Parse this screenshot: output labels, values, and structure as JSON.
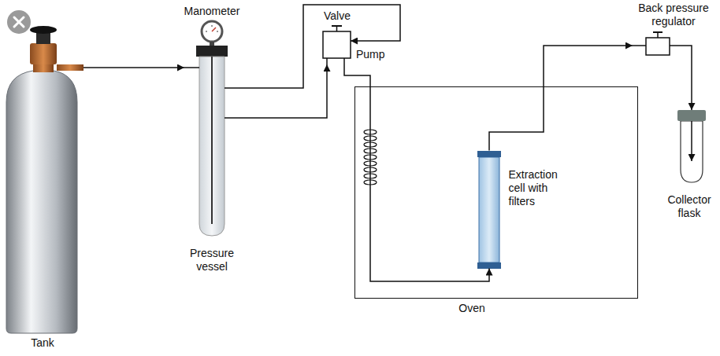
{
  "diagram": {
    "nodes": [
      {
        "text": [
          "Tank"
        ]
      },
      {
        "text": [
          "Pressure vessel"
        ]
      },
      {
        "text": [
          "Valve",
          "Pump"
        ]
      },
      {
        "text": [
          "Oven"
        ]
      },
      {
        "text": [
          "Extraction cell with filters"
        ],
        "in": 3
      },
      {
        "text": [
          "Back pressure regulator"
        ]
      },
      {
        "text": [
          "Collector flask"
        ]
      }
    ],
    "edges": [
      {
        "from": 0,
        "to": 1,
        "arrow": "to"
      },
      {
        "from": 1,
        "to": 2,
        "arrow": "to"
      },
      {
        "from": 2,
        "to": 4,
        "arrow": "to"
      },
      {
        "from": 4,
        "to": 5,
        "arrow": "to"
      },
      {
        "from": 5,
        "to": 6,
        "arrow": "to"
      }
    ],
    "labels": [
      "Manometer"
    ]
  }
}
